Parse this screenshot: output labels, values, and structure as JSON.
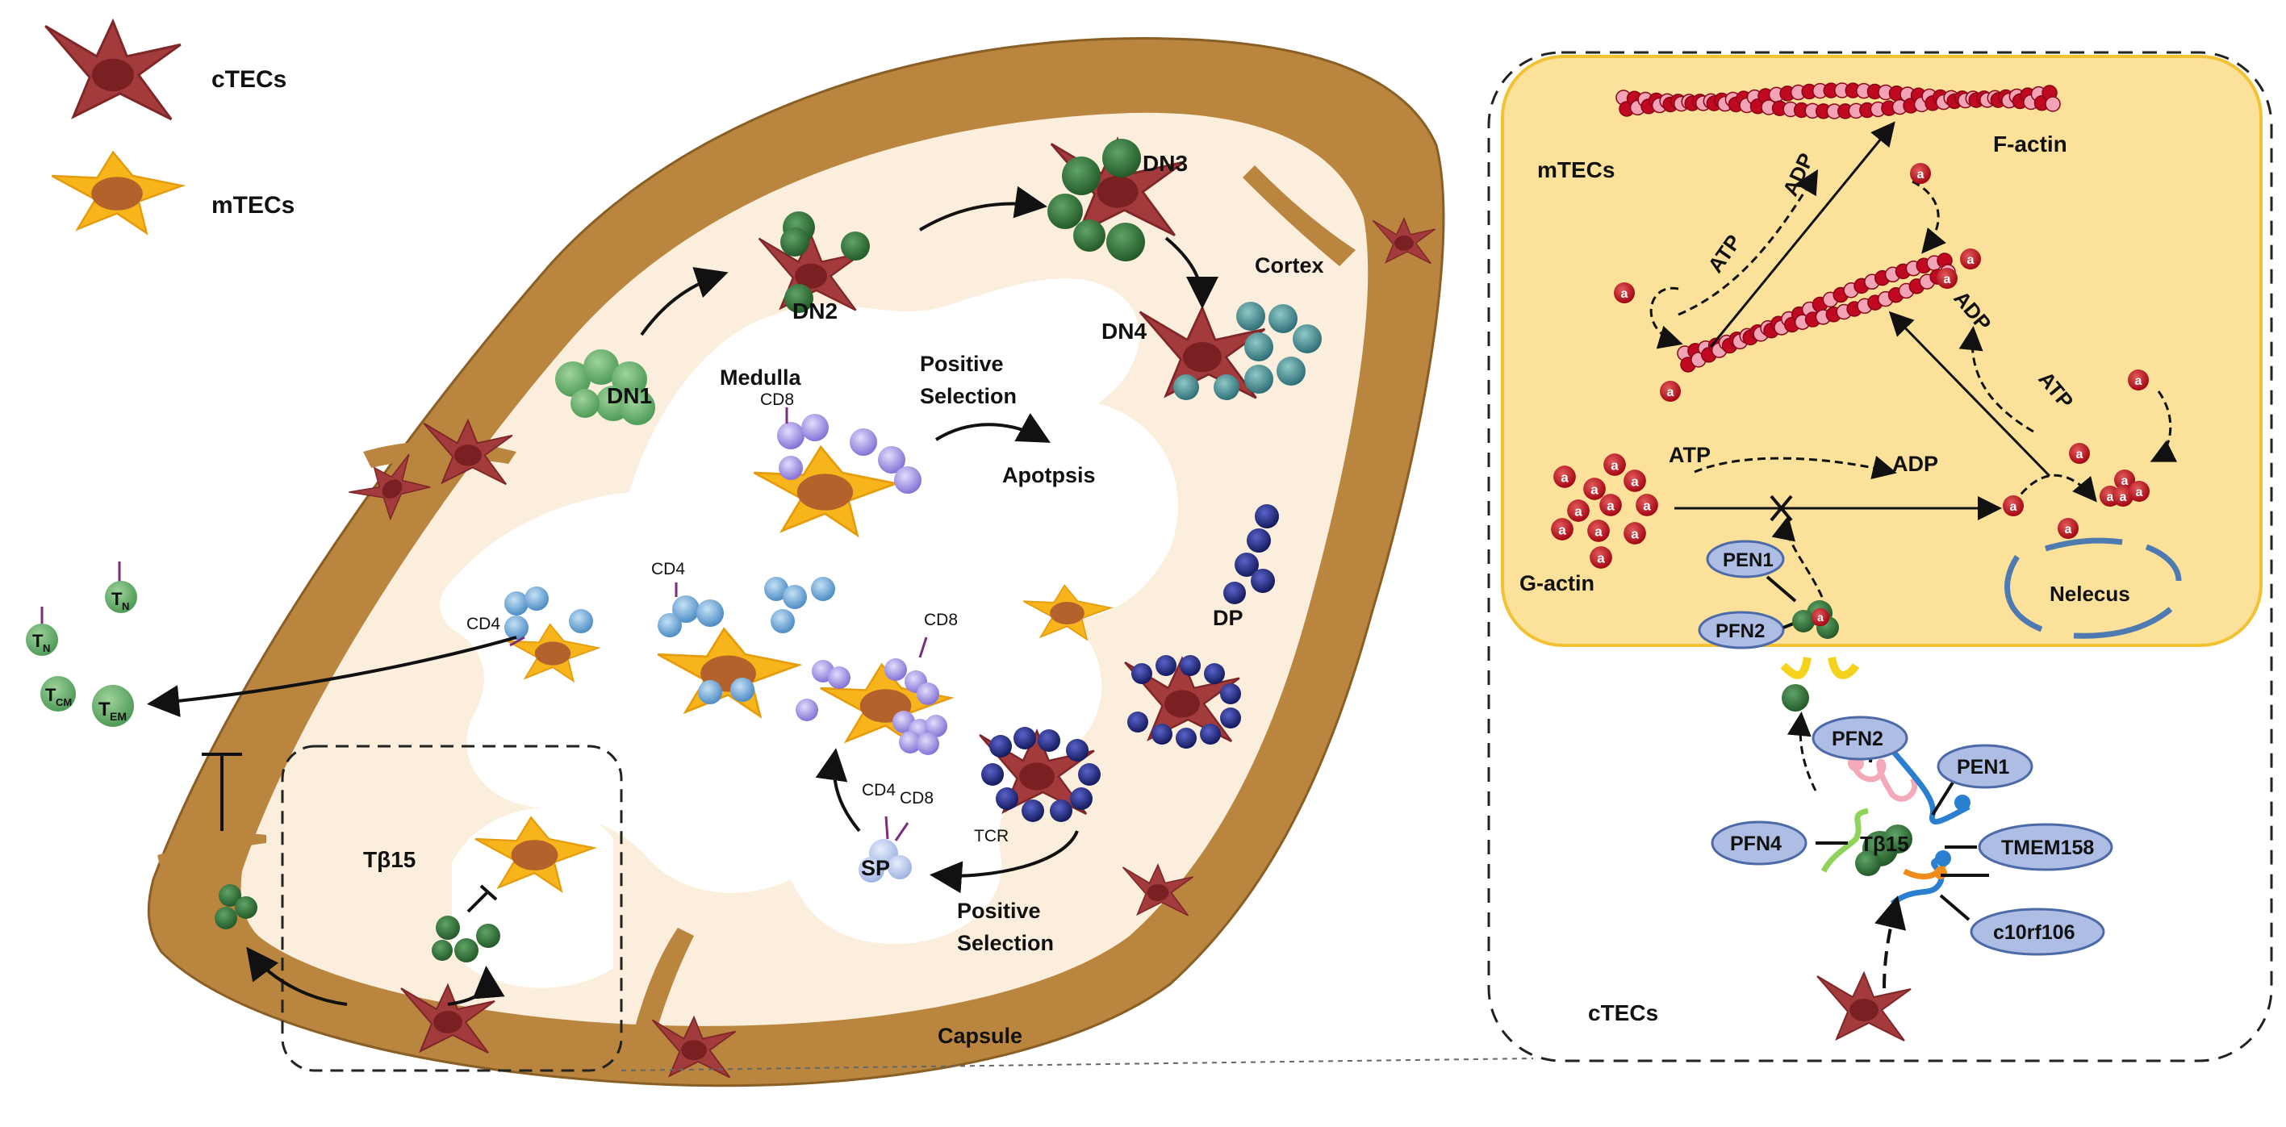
{
  "legend": {
    "ctecs": "cTECs",
    "mtecs": "mTECs"
  },
  "thymus": {
    "dn1": "DN1",
    "dn2": "DN2",
    "dn3": "DN3",
    "dn4": "DN4",
    "dp": "DP",
    "sp": "SP",
    "medulla": "Medulla",
    "cortex": "Cortex",
    "capsule": "Capsule",
    "positive_selection_1": "Positive",
    "positive_selection_2": "Selection",
    "apoptosis": "Apotpsis",
    "cd8_a": "CD8",
    "cd8_b": "CD8",
    "cd8_c": "CD8",
    "cd4_a": "CD4",
    "cd4_b": "CD4",
    "cd4_c": "CD4",
    "tcr": "TCR",
    "tb15": "Tβ15"
  },
  "periphery": {
    "tn": "T",
    "tn_sub": "N",
    "tcm": "T",
    "tcm_sub": "CM",
    "tem": "T",
    "tem_sub": "EM"
  },
  "detail": {
    "mtecs": "mTECs",
    "ctecs": "cTECs",
    "f_actin": "F-actin",
    "g_actin": "G-actin",
    "atp": "ATP",
    "adp": "ADP",
    "nucleus": "Nelecus",
    "monomer": "a",
    "pen1": "PEN1",
    "pfn2": "PFN2",
    "pfn4": "PFN4",
    "tmem158": "TMEM158",
    "c10rf106": "c10rf106",
    "tb15": "Tβ15"
  },
  "colors": {
    "ctec": "#a33b3c",
    "mtec": "#f7b41b",
    "capsule": "#b9853f",
    "cortex": "#fbeedc",
    "detail_bg": "#fbe19a",
    "detail_border": "#f2c232",
    "protein": "#aebde4",
    "protein_border": "#4d6aa8",
    "green": "#4f9b58",
    "dark_green": "#2f6e35",
    "blue": "#5b9bcf",
    "purple": "#8e7bd9",
    "navy": "#1f2776",
    "actin": "#c00820"
  }
}
